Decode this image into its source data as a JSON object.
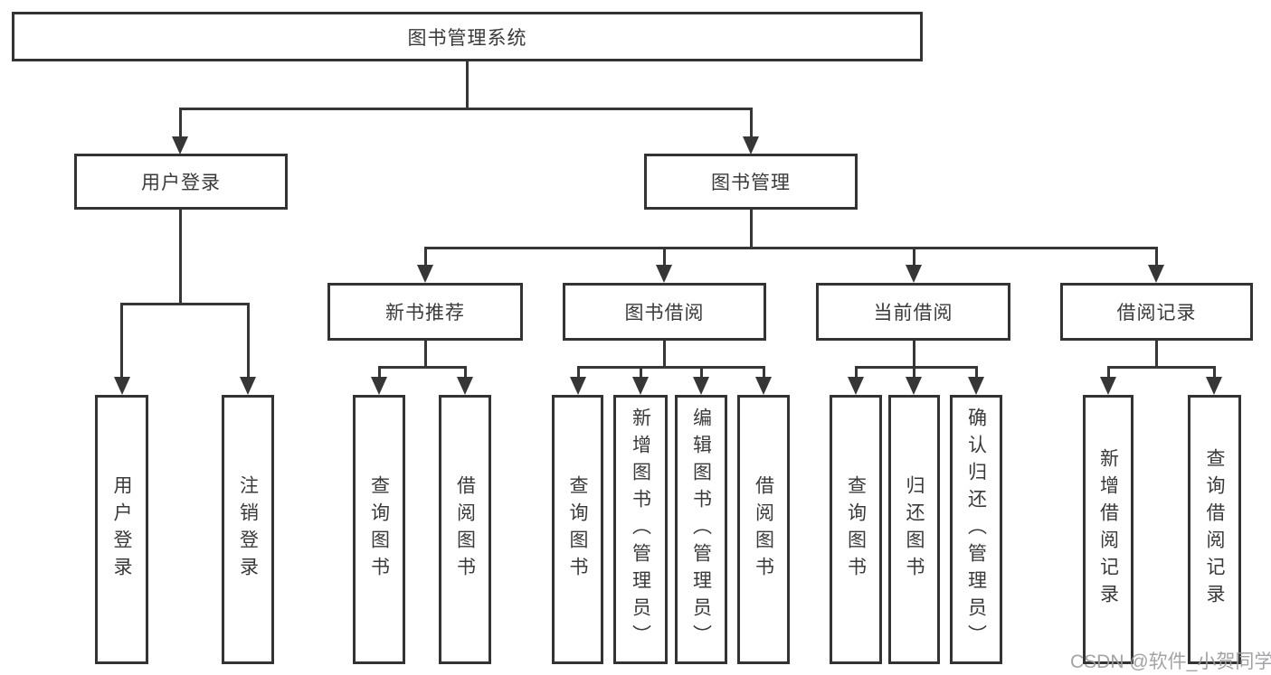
{
  "diagram": {
    "type": "hierarchy-tree",
    "root": {
      "label": "图书管理系统"
    },
    "branches": [
      {
        "label": "用户登录",
        "children": [
          {
            "label": "用户登录"
          },
          {
            "label": "注销登录"
          }
        ]
      },
      {
        "label": "图书管理",
        "children": [
          {
            "label": "新书推荐",
            "children": [
              {
                "label": "查询图书"
              },
              {
                "label": "借阅图书"
              }
            ]
          },
          {
            "label": "图书借阅",
            "children": [
              {
                "label": "查询图书"
              },
              {
                "label": "新增图书（管理员）"
              },
              {
                "label": "编辑图书（管理员）"
              },
              {
                "label": "借阅图书"
              }
            ]
          },
          {
            "label": "当前借阅",
            "children": [
              {
                "label": "查询图书"
              },
              {
                "label": "归还图书"
              },
              {
                "label": "确认归还（管理员）"
              }
            ]
          },
          {
            "label": "借阅记录",
            "children": [
              {
                "label": "新增借阅记录"
              },
              {
                "label": "查询借阅记录"
              }
            ]
          }
        ]
      }
    ],
    "line_color": "#363636",
    "box_fill": "#ffffff",
    "text_color": "#3a3a3a"
  },
  "watermark": {
    "text": "CSDN @软件_小贺同学"
  }
}
